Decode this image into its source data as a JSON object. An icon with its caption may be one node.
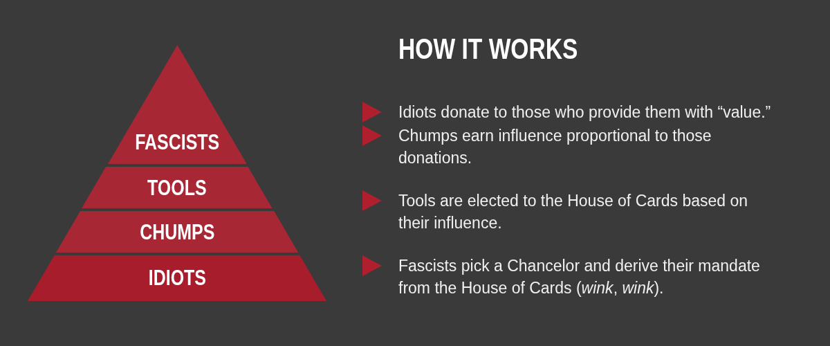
{
  "diagram": {
    "title": "HOW IT WORKS",
    "nodes": [
      {
        "text": [
          "FASCISTS"
        ]
      },
      {
        "text": [
          "TOOLS"
        ]
      },
      {
        "text": [
          "CHUMPS"
        ]
      },
      {
        "text": [
          "IDIOTS"
        ]
      }
    ],
    "labels": [
      "Idiots donate to those who provide them with “value.”",
      "Chumps earn influence proportional to those donations.",
      "Tools are elected to the House of Cards based on their influence.",
      "Fascists pick a Chancelor and derive their mandate from the House of Cards (*wink*, *wink*)."
    ]
  }
}
